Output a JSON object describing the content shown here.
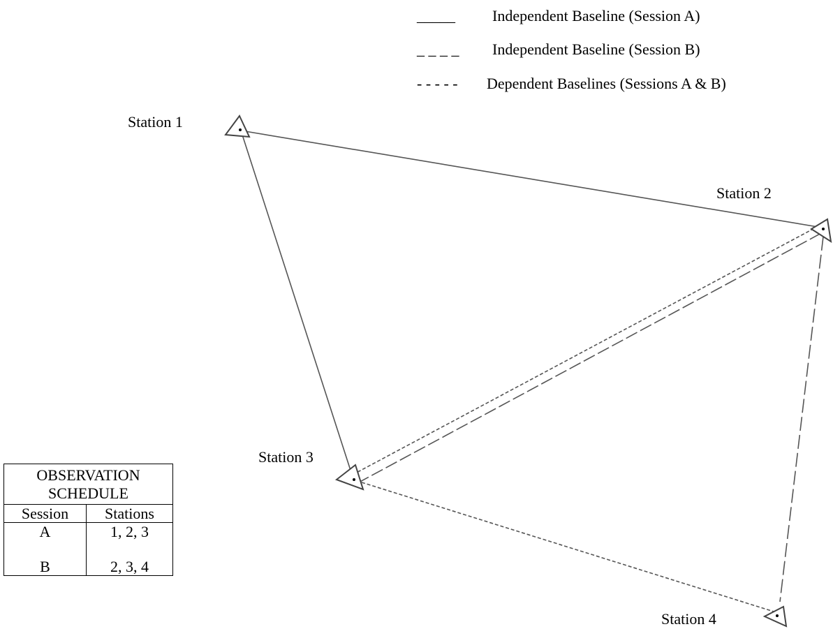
{
  "legend": [
    {
      "symbol": "_____",
      "label": "Independent Baseline (Session A)",
      "style": "solid"
    },
    {
      "symbol": "_ _ _ _",
      "label": "Independent Baseline (Session B)",
      "style": "long-dash"
    },
    {
      "symbol": "- - - - -",
      "label": "Dependent Baselines (Sessions A & B)",
      "style": "short-dash"
    }
  ],
  "stations": [
    {
      "label": "Station 1"
    },
    {
      "label": "Station 2"
    },
    {
      "label": "Station 3"
    },
    {
      "label": "Station 4"
    }
  ],
  "baselines": [
    {
      "from": "Station 1",
      "to": "Station 2",
      "type": "Independent Baseline (Session A)"
    },
    {
      "from": "Station 1",
      "to": "Station 3",
      "type": "Independent Baseline (Session A)"
    },
    {
      "from": "Station 3",
      "to": "Station 2",
      "type": "Independent Baseline (Session B)"
    },
    {
      "from": "Station 2",
      "to": "Station 4",
      "type": "Independent Baseline (Session B)"
    },
    {
      "from": "Station 3",
      "to": "Station 2",
      "type": "Dependent Baselines (Sessions A & B)"
    },
    {
      "from": "Station 3",
      "to": "Station 4",
      "type": "Dependent Baselines (Sessions A & B)"
    }
  ],
  "schedule": {
    "title_line1": "OBSERVATION",
    "title_line2": "SCHEDULE",
    "headers": [
      "Session",
      "Stations"
    ],
    "rows": [
      {
        "session": "A",
        "stations": "1, 2, 3"
      },
      {
        "session": "B",
        "stations": "2, 3, 4"
      }
    ]
  },
  "colors": {
    "line": "#555555",
    "text": "#000000",
    "background": "#ffffff"
  }
}
